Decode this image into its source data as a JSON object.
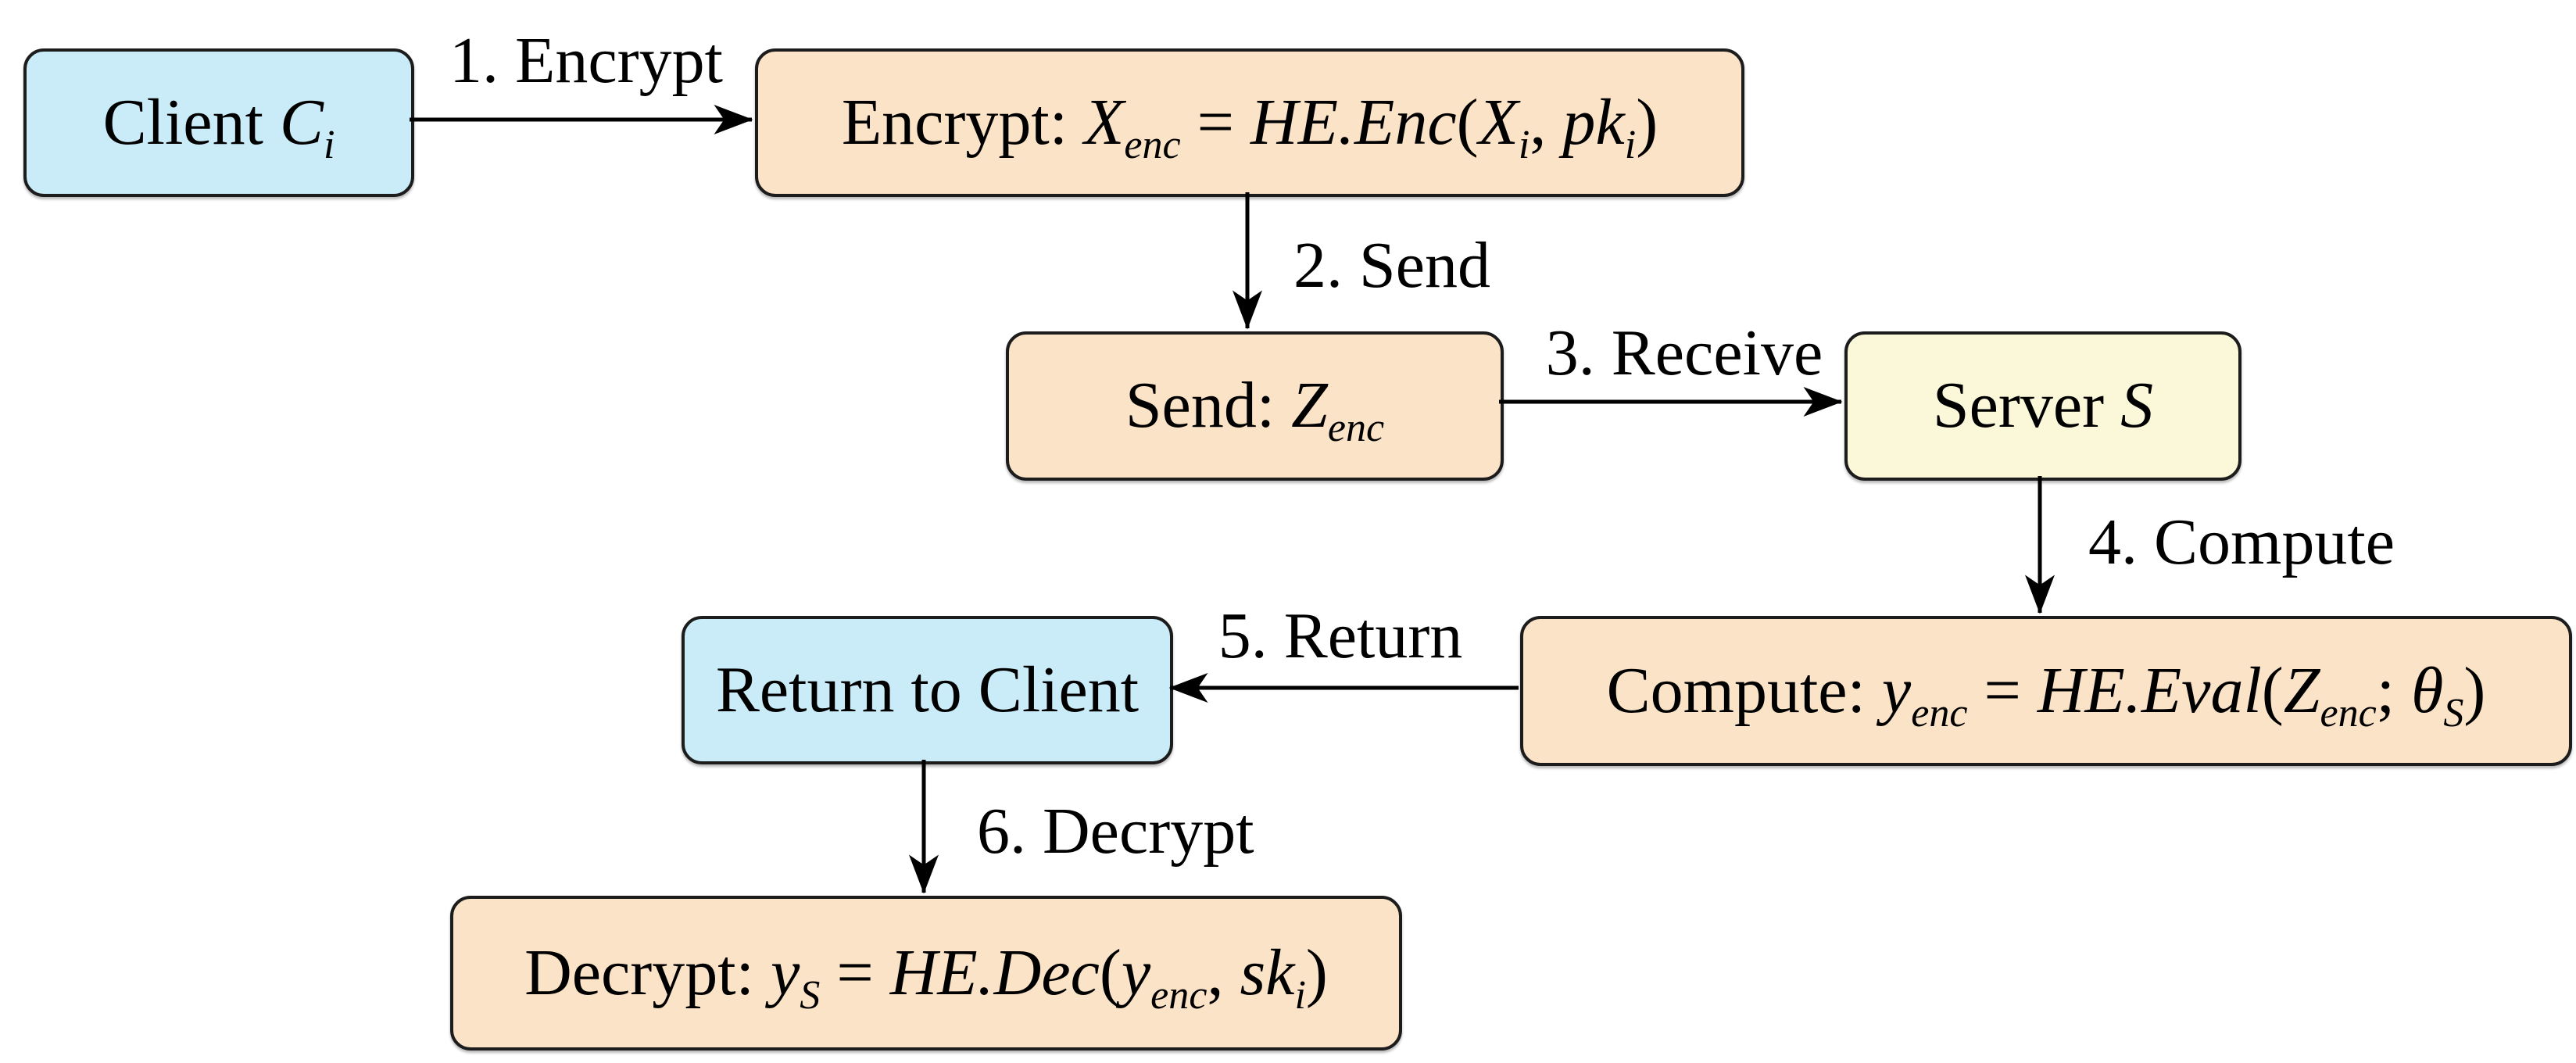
{
  "diagram": {
    "type": "flowchart",
    "description": "Homomorphic encryption client-server workflow",
    "colors": {
      "client_fill": "#c9ecf8",
      "process_fill": "#fbe3c7",
      "server_fill": "#fbf8da",
      "node_border": "#1c1c1c",
      "arrow": "#000000",
      "background": "#ffffff"
    },
    "nodes": {
      "client": {
        "plain": "Client C_i",
        "segments": [
          {
            "t": "Client "
          },
          {
            "t": "C",
            "i": true
          },
          {
            "t": "i",
            "i": true,
            "sub": true
          }
        ]
      },
      "encrypt": {
        "plain": "Encrypt: X_enc = HE.Enc(X_i, pk_i)",
        "segments": [
          {
            "t": "Encrypt: "
          },
          {
            "t": "X",
            "i": true
          },
          {
            "t": "enc",
            "i": true,
            "sub": true
          },
          {
            "t": " = "
          },
          {
            "t": "HE.Enc",
            "i": true
          },
          {
            "t": "("
          },
          {
            "t": "X",
            "i": true
          },
          {
            "t": "i",
            "i": true,
            "sub": true
          },
          {
            "t": ", "
          },
          {
            "t": "pk",
            "i": true
          },
          {
            "t": "i",
            "i": true,
            "sub": true
          },
          {
            "t": ")"
          }
        ]
      },
      "send": {
        "plain": "Send: Z_enc",
        "segments": [
          {
            "t": "Send: "
          },
          {
            "t": "Z",
            "i": true
          },
          {
            "t": "enc",
            "i": true,
            "sub": true
          }
        ]
      },
      "server": {
        "plain": "Server S",
        "segments": [
          {
            "t": "Server "
          },
          {
            "t": "S",
            "i": true
          }
        ]
      },
      "compute": {
        "plain": "Compute: y_enc = HE.Eval(Z_enc; θ_S)",
        "segments": [
          {
            "t": "Compute: "
          },
          {
            "t": "y",
            "i": true
          },
          {
            "t": "enc",
            "i": true,
            "sub": true
          },
          {
            "t": " = "
          },
          {
            "t": "HE.Eval",
            "i": true
          },
          {
            "t": "("
          },
          {
            "t": "Z",
            "i": true
          },
          {
            "t": "enc",
            "i": true,
            "sub": true
          },
          {
            "t": "; "
          },
          {
            "t": "θ",
            "i": true
          },
          {
            "t": "S",
            "i": true,
            "sub": true
          },
          {
            "t": ")"
          }
        ]
      },
      "return_to_client": {
        "plain": "Return to Client",
        "segments": [
          {
            "t": "Return to Client"
          }
        ]
      },
      "decrypt": {
        "plain": "Decrypt: y_S = HE.Dec(y_enc, sk_i)",
        "segments": [
          {
            "t": "Decrypt: "
          },
          {
            "t": "y",
            "i": true
          },
          {
            "t": "S",
            "i": true,
            "sub": true
          },
          {
            "t": " = "
          },
          {
            "t": "HE.Dec",
            "i": true
          },
          {
            "t": "("
          },
          {
            "t": "y",
            "i": true
          },
          {
            "t": "enc",
            "i": true,
            "sub": true
          },
          {
            "t": ", "
          },
          {
            "t": "sk",
            "i": true
          },
          {
            "t": "i",
            "i": true,
            "sub": true
          },
          {
            "t": ")"
          }
        ]
      }
    },
    "edges": [
      {
        "from": "client",
        "to": "encrypt",
        "direction": "right",
        "label": "1. Encrypt"
      },
      {
        "from": "encrypt",
        "to": "send",
        "direction": "down",
        "label": "2. Send"
      },
      {
        "from": "send",
        "to": "server",
        "direction": "right",
        "label": "3. Receive"
      },
      {
        "from": "server",
        "to": "compute",
        "direction": "down",
        "label": "4. Compute"
      },
      {
        "from": "compute",
        "to": "return_to_client",
        "direction": "left",
        "label": "5. Return"
      },
      {
        "from": "return_to_client",
        "to": "decrypt",
        "direction": "down",
        "label": "6. Decrypt"
      }
    ]
  }
}
